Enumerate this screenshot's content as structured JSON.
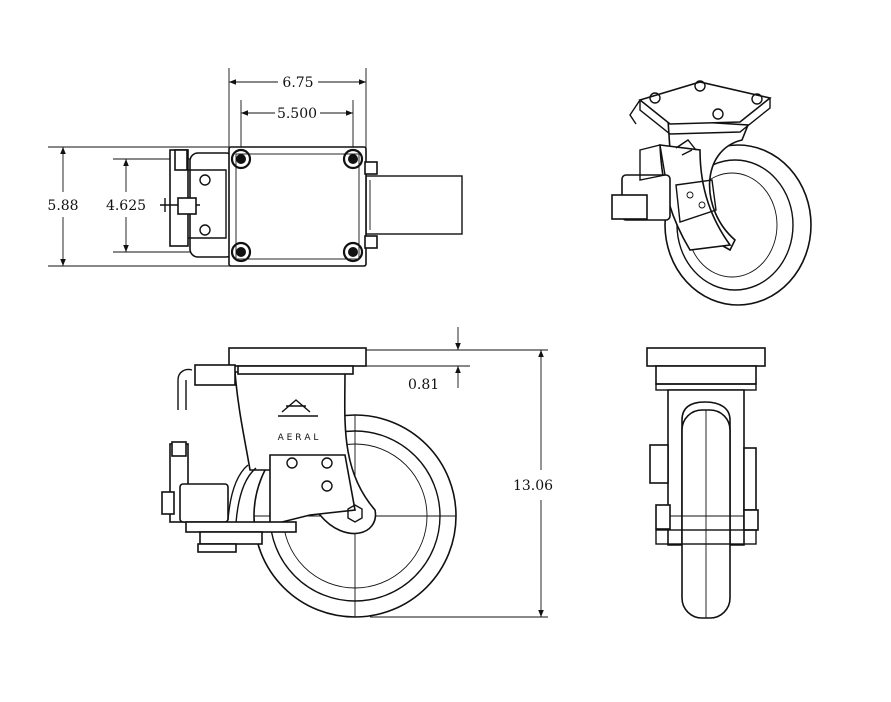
{
  "drawing": {
    "top_view": {
      "overall_width": "6.75",
      "bolt_spacing_width": "5.500",
      "overall_length": "5.88",
      "bolt_spacing_length": "4.625"
    },
    "side_view": {
      "plate_thickness": "0.81",
      "overall_height": "13.06"
    },
    "logo_text": "AERAL"
  }
}
